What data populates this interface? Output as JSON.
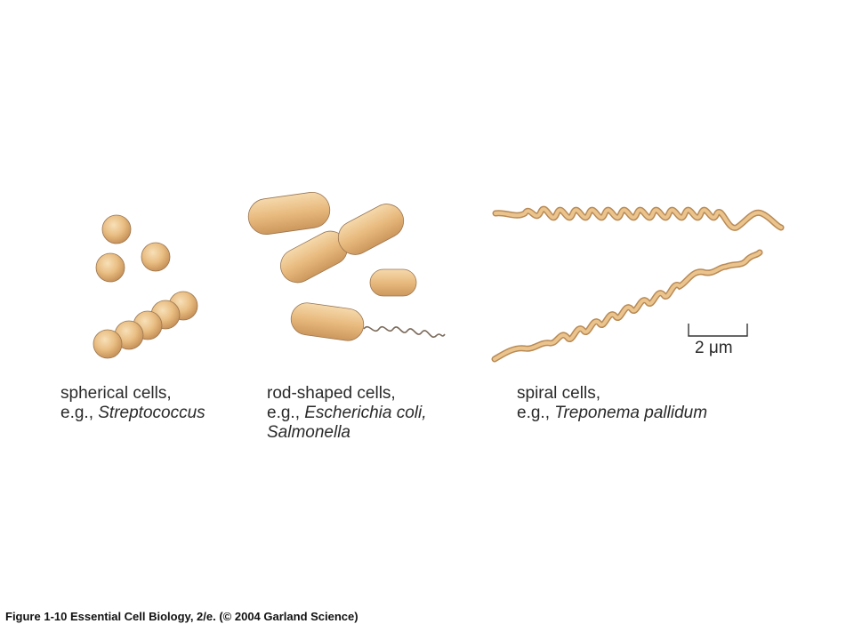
{
  "captions": {
    "spherical": {
      "line1": "spherical cells,",
      "prefix": "e.g., ",
      "species": "Streptococcus"
    },
    "rod": {
      "line1": "rod-shaped cells,",
      "prefix": "e.g., ",
      "species": "Escherichia coli,",
      "species2": "Salmonella"
    },
    "spiral": {
      "line1": "spiral cells,",
      "prefix": "e.g., ",
      "species": "Treponema pallidum"
    }
  },
  "scale_bar": {
    "label": "2 μm"
  },
  "footer": "Figure 1-10  Essential Cell Biology, 2/e. (© 2004 Garland Science)",
  "colors": {
    "cell_fill": "#E9BE83",
    "cell_dark": "#C9955A",
    "cell_light": "#F6DDB4",
    "outline": "#8A6A48",
    "flagellum": "#7B6A5A"
  }
}
